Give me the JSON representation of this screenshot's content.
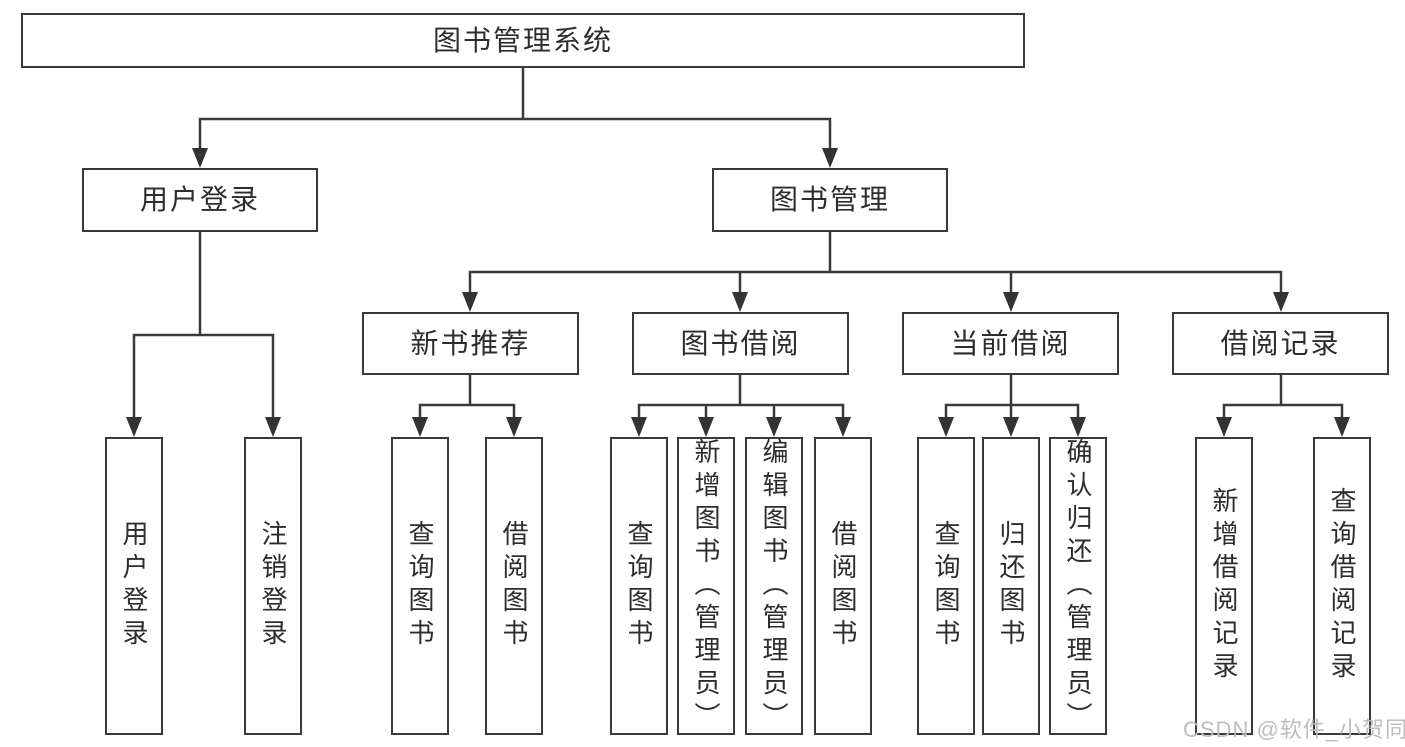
{
  "diagram": {
    "root": "图书管理系统",
    "level2": [
      "用户登录",
      "图书管理"
    ],
    "level3": [
      "新书推荐",
      "图书借阅",
      "当前借阅",
      "借阅记录"
    ],
    "leaves": {
      "user_login": [
        "用户登录",
        "注销登录"
      ],
      "new_book": [
        "查询图书",
        "借阅图书"
      ],
      "book_borrow": [
        "查询图书",
        "新增图书（管理员）",
        "编辑图书（管理员）",
        "借阅图书"
      ],
      "current_borrow": [
        "查询图书",
        "归还图书",
        "确认归还（管理员）"
      ],
      "borrow_record": [
        "新增借阅记录",
        "查询借阅记录"
      ]
    },
    "watermark": "CSDN @软件_小贺同学",
    "colors": {
      "line": "#3a3a3a",
      "text": "#2d2d2d",
      "box_background": "#ffffff",
      "watermark": "#b9b9b9"
    }
  }
}
